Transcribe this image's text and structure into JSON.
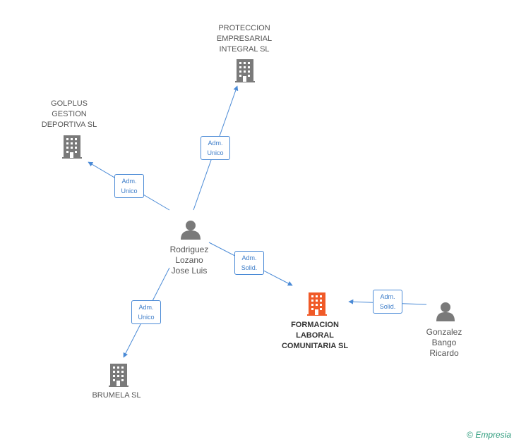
{
  "colors": {
    "edge": "#4a8ad6",
    "company": "#7a7a7a",
    "main_company": "#f05a28",
    "person": "#7a7a7a",
    "brand": "#2a9a7a"
  },
  "nodes": {
    "rodriguez": {
      "label": [
        "Rodriguez",
        "Lozano",
        "Jose Luis"
      ],
      "kind": "person"
    },
    "gonzalez": {
      "label": [
        "Gonzalez",
        "Bango",
        "Ricardo"
      ],
      "kind": "person"
    },
    "proteccion": {
      "label": [
        "PROTECCION",
        "EMPRESARIAL",
        "INTEGRAL SL"
      ],
      "kind": "company"
    },
    "golplus": {
      "label": [
        "GOLPLUS",
        "GESTION",
        "DEPORTIVA SL"
      ],
      "kind": "company"
    },
    "brumela": {
      "label": [
        "BRUMELA SL"
      ],
      "kind": "company"
    },
    "formacion": {
      "label": [
        "FORMACION",
        "LABORAL",
        "COMUNITARIA SL"
      ],
      "kind": "main-company"
    }
  },
  "edges": {
    "e1": {
      "label": [
        "Adm.",
        "Unico"
      ]
    },
    "e2": {
      "label": [
        "Adm.",
        "Unico"
      ]
    },
    "e3": {
      "label": [
        "Adm.",
        "Solid."
      ]
    },
    "e4": {
      "label": [
        "Adm.",
        "Unico"
      ]
    },
    "e5": {
      "label": [
        "Adm.",
        "Solid."
      ]
    }
  },
  "footer": {
    "copyright": "©",
    "brand": "Empresia"
  }
}
